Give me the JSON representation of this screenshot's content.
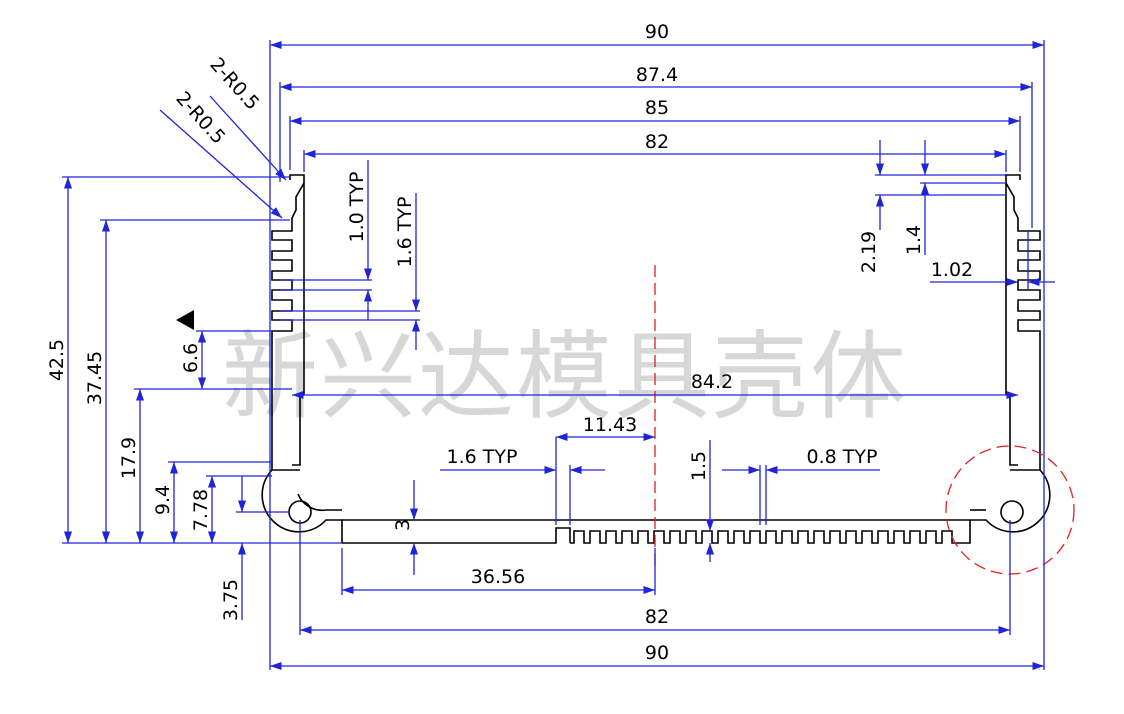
{
  "watermark": "新兴达模具壳体",
  "dims": {
    "overall_width_top": "90",
    "width_87_4": "87.4",
    "width_85": "85",
    "width_82_top": "82",
    "inner_84_2": "84.2",
    "offset_11_43": "11.43",
    "typ_1_6_bottom": "1.6 TYP",
    "typ_0_8": "0.8 TYP",
    "fin_1_5": "1.5",
    "base_3": "3",
    "offset_36_56": "36.56",
    "width_82_bottom": "82",
    "overall_width_bottom": "90",
    "height_42_5": "42.5",
    "height_37_45": "37.45",
    "height_17_9": "17.9",
    "height_9_4": "9.4",
    "height_7_78": "7.78",
    "height_3_75": "3.75",
    "height_6_6": "6.6",
    "typ_1_0": "1.0 TYP",
    "typ_1_6_vertical": "1.6 TYP",
    "slot_2_19": "2.19",
    "slot_1_4": "1.4",
    "slot_1_02": "1.02",
    "radius_1": "2-R0.5",
    "radius_2": "2-R0.5"
  }
}
